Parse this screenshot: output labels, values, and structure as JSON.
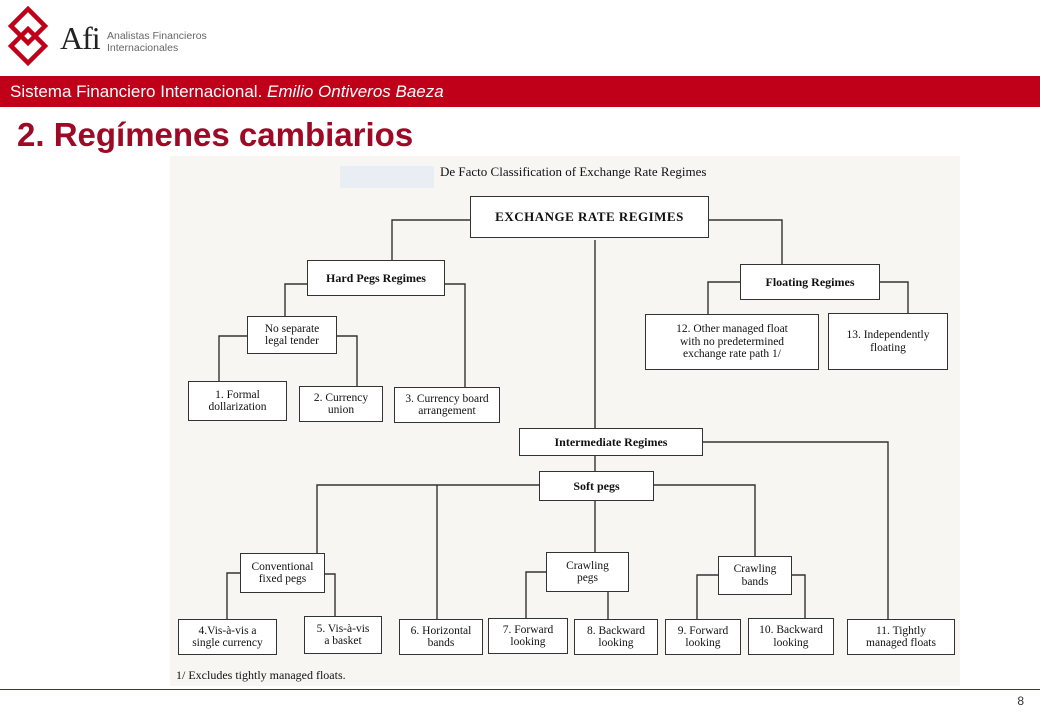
{
  "header": {
    "brand": "Afi",
    "brand_line1": "Analistas Financieros",
    "brand_line2": "Internacionales",
    "banner_main": "Sistema Financiero Internacional. ",
    "banner_author": "Emilio Ontiveros Baeza",
    "accent_color": "#c00018"
  },
  "slide": {
    "title": "2. Regímenes cambiarios",
    "page_number": "8"
  },
  "diagram": {
    "title": "De Facto Classification of Exchange Rate Regimes",
    "footnote": "1/ Excludes tightly managed floats.",
    "nodes": {
      "root": "EXCHANGE RATE REGIMES",
      "hard_pegs": "Hard Pegs Regimes",
      "floating": "Floating Regimes",
      "no_separate": "No separate\nlegal tender",
      "n1": "1. Formal\ndollarization",
      "n2": "2. Currency\nunion",
      "n3": "3. Currency board\narrangement",
      "n12": "12. Other managed float\nwith no predetermined\nexchange rate path 1/",
      "n13": "13. Independently\nfloating",
      "intermediate": "Intermediate Regimes",
      "soft_pegs": "Soft pegs",
      "conventional": "Conventional\nfixed pegs",
      "crawling_pegs": "Crawling\npegs",
      "crawling_bands": "Crawling\nbands",
      "n4": "4.Vis-à-vis a\nsingle currency",
      "n5": "5. Vis-à-vis\na basket",
      "n6": "6. Horizontal\nbands",
      "n7": "7. Forward\nlooking",
      "n8": "8. Backward\nlooking",
      "n9": "9. Forward\nlooking",
      "n10": "10. Backward\nlooking",
      "n11": "11. Tightly\nmanaged floats"
    }
  }
}
